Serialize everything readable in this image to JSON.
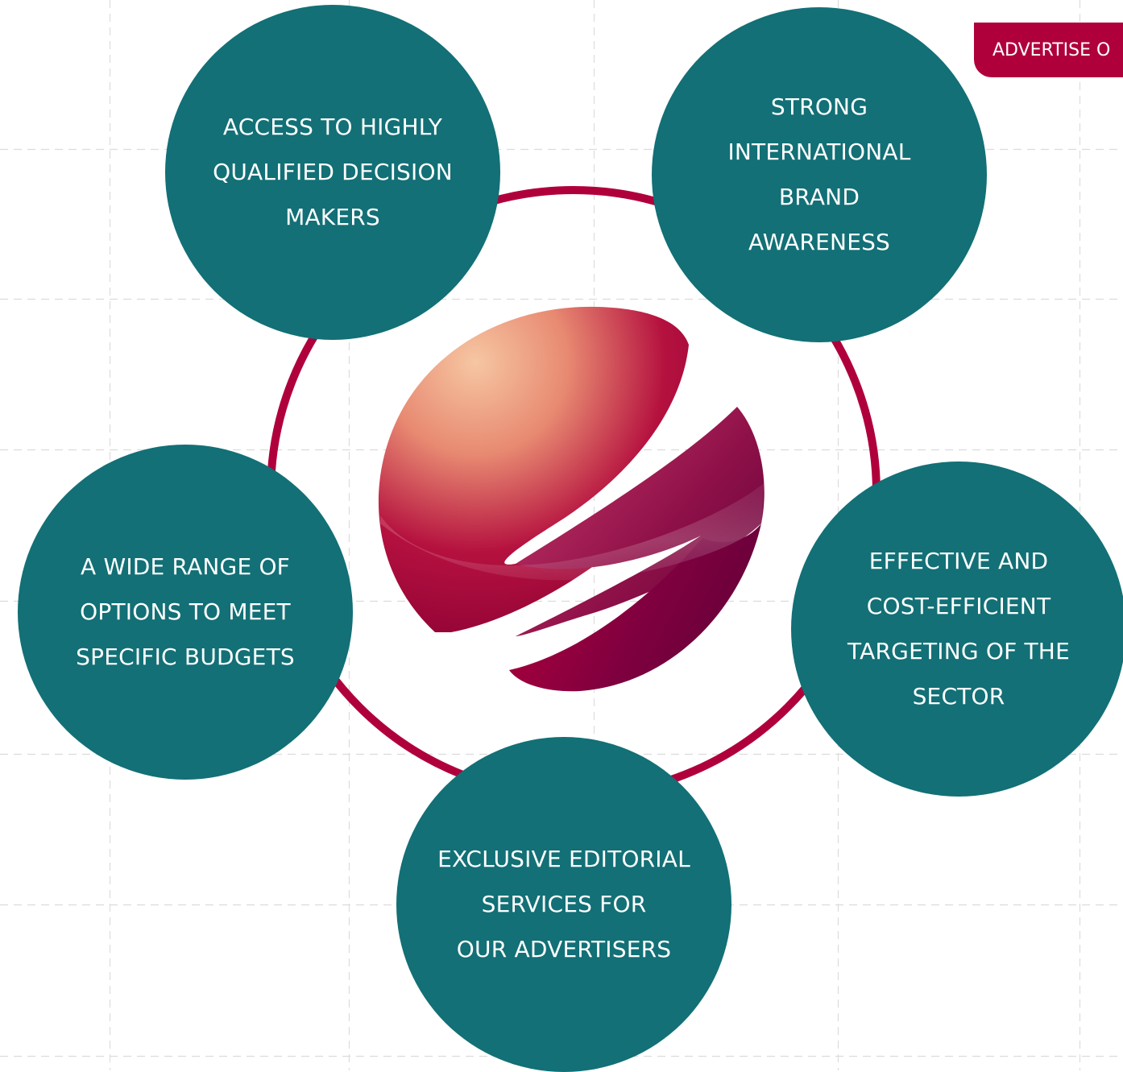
{
  "benefits": [
    {
      "label": "ACCESS TO HIGHLY\nQUALIFIED DECISION\nMAKERS"
    },
    {
      "label": "STRONG\nINTERNATIONAL\nBRAND\nAWARENESS"
    },
    {
      "label": "A WIDE RANGE OF\nOPTIONS TO MEET\nSPECIFIC BUDGETS"
    },
    {
      "label": "EFFECTIVE AND\nCOST-EFFICIENT\nTARGETING OF THE\nSECTOR"
    },
    {
      "label": "EXCLUSIVE EDITORIAL\nSERVICES FOR\nOUR ADVERTISERS"
    }
  ],
  "cta": {
    "label": "ADVERTISE O"
  },
  "colors": {
    "bubble": "#127076",
    "ring": "#b0003b",
    "cta_background": "#b0003b",
    "text": "#ffffff",
    "grid": "#d9d9d9"
  },
  "icons": {
    "center_logo": "globe-swoosh-logo"
  }
}
